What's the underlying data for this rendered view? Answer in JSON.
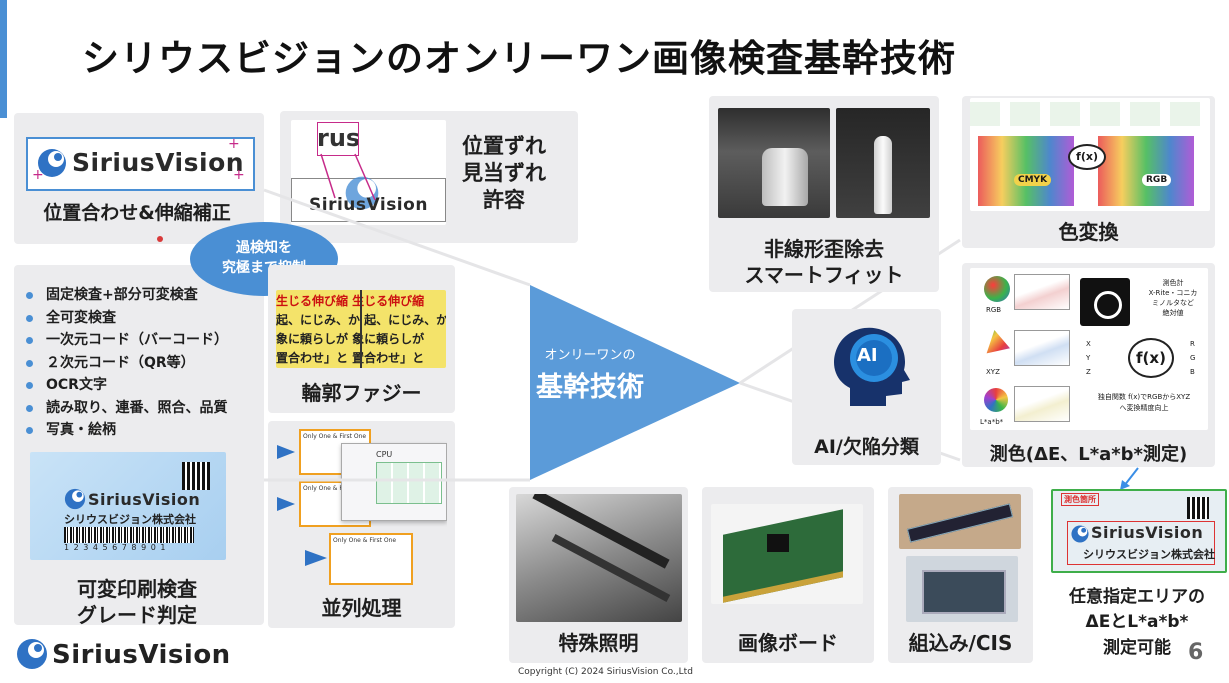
{
  "slide": {
    "title": "シリウスビジョンのオンリーワン画像検査基幹技術",
    "copyright": "Copyright (C) 2024 SiriusVision Co.,Ltd",
    "page_number": "6"
  },
  "brand": {
    "logo_text": "SiriusVision",
    "company_jp": "シリウスビジョン株式会社",
    "accent": "#4a8fd4"
  },
  "panels": {
    "position_correction": {
      "label": "位置合わせ&伸縮補正"
    },
    "misalignment": {
      "line1": "位置ずれ",
      "line2": "見当ずれ",
      "line3": "許容",
      "sample_text": "rus"
    },
    "bubble": {
      "line1": "過検知を",
      "line2": "究極まで抑制"
    },
    "inspection_list": {
      "items": [
        "固定検査+部分可変検査",
        "全可変検査",
        "一次元コード（バーコード）",
        "２次元コード（QR等）",
        "OCR文字",
        "読み取り、連番、照合、品質",
        "写真・絵柄"
      ],
      "barcode_digits": "1 2 3 4 5 6 7 8 9 0 1",
      "label_line1": "可変印刷検査",
      "label_line2": "グレード判定"
    },
    "contour_fuzzy": {
      "label": "輪郭ファジー",
      "sample_rows": [
        "生じる伸び縮 生じる伸び縮",
        "起、にじみ、か 起、にじみ、か",
        "象に頼らしが 象に頼らしが",
        "置合わせ」と 置合わせ」と"
      ]
    },
    "parallel": {
      "label": "並列処理",
      "doc_text": "Only One & First One",
      "cpu_label": "CPU"
    },
    "center": {
      "line1": "オンリーワンの",
      "line2": "基幹技術"
    },
    "nonlinear": {
      "line1": "非線形歪除去",
      "line2": "スマートフィット"
    },
    "color_conversion": {
      "label": "色変換",
      "fx": "f(x)",
      "cmyk": "CMYK",
      "rgb": "RGB"
    },
    "ai": {
      "label": "AI/欠陥分類",
      "badge": "AI"
    },
    "colorimetry": {
      "label": "測色(ΔE、L*a*b*測定)",
      "rgb": "RGB",
      "xyz": "XYZ",
      "lab": "L*a*b*",
      "meter_text_1": "測色計",
      "meter_text_2": "X-Rite・コニカ",
      "meter_text_3": "ミノルタなど",
      "meter_text_4": "絶対値",
      "fx": "f(x)",
      "vec_left": [
        "X",
        "Y",
        "Z"
      ],
      "vec_right": [
        "R",
        "G",
        "B"
      ],
      "note_1": "独自関数 f(x)でRGBからXYZ",
      "note_2": "へ変換精度向上"
    },
    "area_measure": {
      "tag": "測色箇所",
      "line1": "任意指定エリアの",
      "line2": "ΔEとL*a*b*",
      "line3": "測定可能"
    },
    "special_light": {
      "label": "特殊照明"
    },
    "image_board": {
      "label": "画像ボード"
    },
    "embedded": {
      "label": "組込み/CIS"
    }
  }
}
